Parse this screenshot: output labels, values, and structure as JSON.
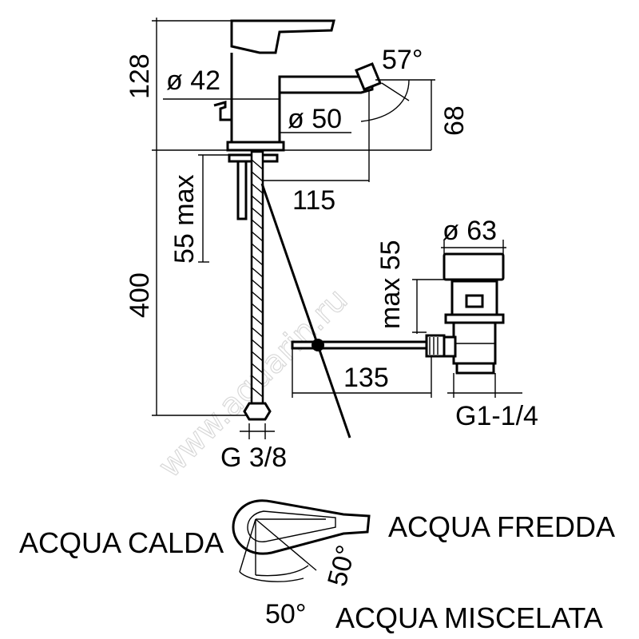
{
  "watermark": "www.aquarin.ru",
  "dimensions": {
    "height_top": "128",
    "diam_42": "ø 42",
    "angle_57": "57°",
    "diam_50": "ø 50",
    "height_68": "68",
    "reach_115": "115",
    "max_55_left": "55 max",
    "hose_400": "400",
    "diam_63": "ø 63",
    "max_55_right": "max 55",
    "rod_135": "135",
    "thread_g38": "G 3/8",
    "thread_g114": "G1-1/4"
  },
  "handle_legend": {
    "hot": "ACQUA CALDA",
    "cold": "ACQUA FREDDA",
    "mixed": "ACQUA MISCELATA",
    "angle_left": "50°",
    "angle_right": "50°"
  }
}
